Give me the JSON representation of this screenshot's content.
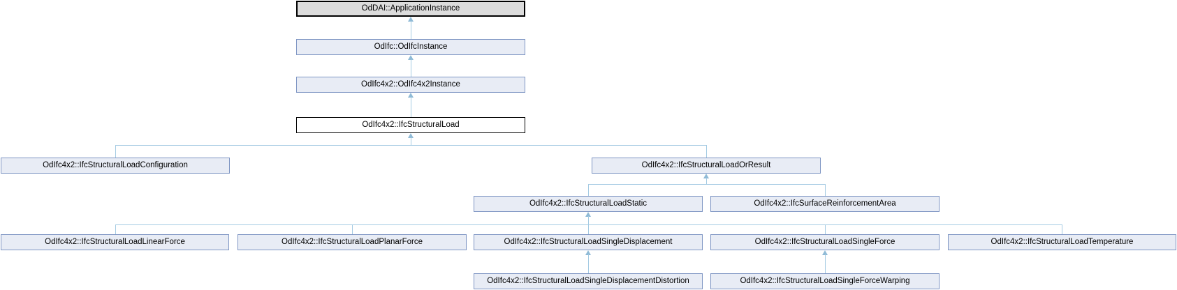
{
  "diagram_type": "class-inheritance-diagram",
  "colors": {
    "node-fill": "#e8ecf5",
    "node-border": "#7e95c3",
    "external-fill": "#dcdcdc",
    "external-border": "#000000",
    "current-fill": "#ffffff",
    "current-border": "#000000",
    "edge": "#a5cbe3",
    "arrow": "#8fbad6",
    "text": "#000000",
    "background": "#ffffff"
  },
  "nodes": {
    "application_instance": {
      "label": "OdDAI::ApplicationInstance",
      "style": "external"
    },
    "odifc_instance": {
      "label": "OdIfc::OdIfcInstance",
      "style": "link"
    },
    "odifc4x2_instance": {
      "label": "OdIfc4x2::OdIfc4x2Instance",
      "style": "link"
    },
    "ifc_structural_load": {
      "label": "OdIfc4x2::IfcStructuralLoad",
      "style": "current"
    },
    "load_configuration": {
      "label": "OdIfc4x2::IfcStructuralLoadConfiguration",
      "style": "link"
    },
    "load_or_result": {
      "label": "OdIfc4x2::IfcStructuralLoadOrResult",
      "style": "link"
    },
    "load_static": {
      "label": "OdIfc4x2::IfcStructuralLoadStatic",
      "style": "link"
    },
    "surface_reinforcement_area": {
      "label": "OdIfc4x2::IfcSurfaceReinforcementArea",
      "style": "link"
    },
    "linear_force": {
      "label": "OdIfc4x2::IfcStructuralLoadLinearForce",
      "style": "link"
    },
    "planar_force": {
      "label": "OdIfc4x2::IfcStructuralLoadPlanarForce",
      "style": "link"
    },
    "single_displacement": {
      "label": "OdIfc4x2::IfcStructuralLoadSingleDisplacement",
      "style": "link"
    },
    "single_force": {
      "label": "OdIfc4x2::IfcStructuralLoadSingleForce",
      "style": "link"
    },
    "temperature": {
      "label": "OdIfc4x2::IfcStructuralLoadTemperature",
      "style": "link"
    },
    "single_displacement_distortion": {
      "label": "OdIfc4x2::IfcStructuralLoadSingleDisplacementDistortion",
      "style": "link"
    },
    "single_force_warping": {
      "label": "OdIfc4x2::IfcStructuralLoadSingleForceWarping",
      "style": "link"
    }
  },
  "edges": [
    {
      "from": "odifc_instance",
      "to": "application_instance"
    },
    {
      "from": "odifc4x2_instance",
      "to": "odifc_instance"
    },
    {
      "from": "ifc_structural_load",
      "to": "odifc4x2_instance"
    },
    {
      "from": "load_configuration",
      "to": "ifc_structural_load"
    },
    {
      "from": "load_or_result",
      "to": "ifc_structural_load"
    },
    {
      "from": "load_static",
      "to": "load_or_result"
    },
    {
      "from": "surface_reinforcement_area",
      "to": "load_or_result"
    },
    {
      "from": "linear_force",
      "to": "load_static"
    },
    {
      "from": "planar_force",
      "to": "load_static"
    },
    {
      "from": "single_displacement",
      "to": "load_static"
    },
    {
      "from": "single_force",
      "to": "load_static"
    },
    {
      "from": "temperature",
      "to": "load_static"
    },
    {
      "from": "single_displacement_distortion",
      "to": "single_displacement"
    },
    {
      "from": "single_force_warping",
      "to": "single_force"
    }
  ]
}
